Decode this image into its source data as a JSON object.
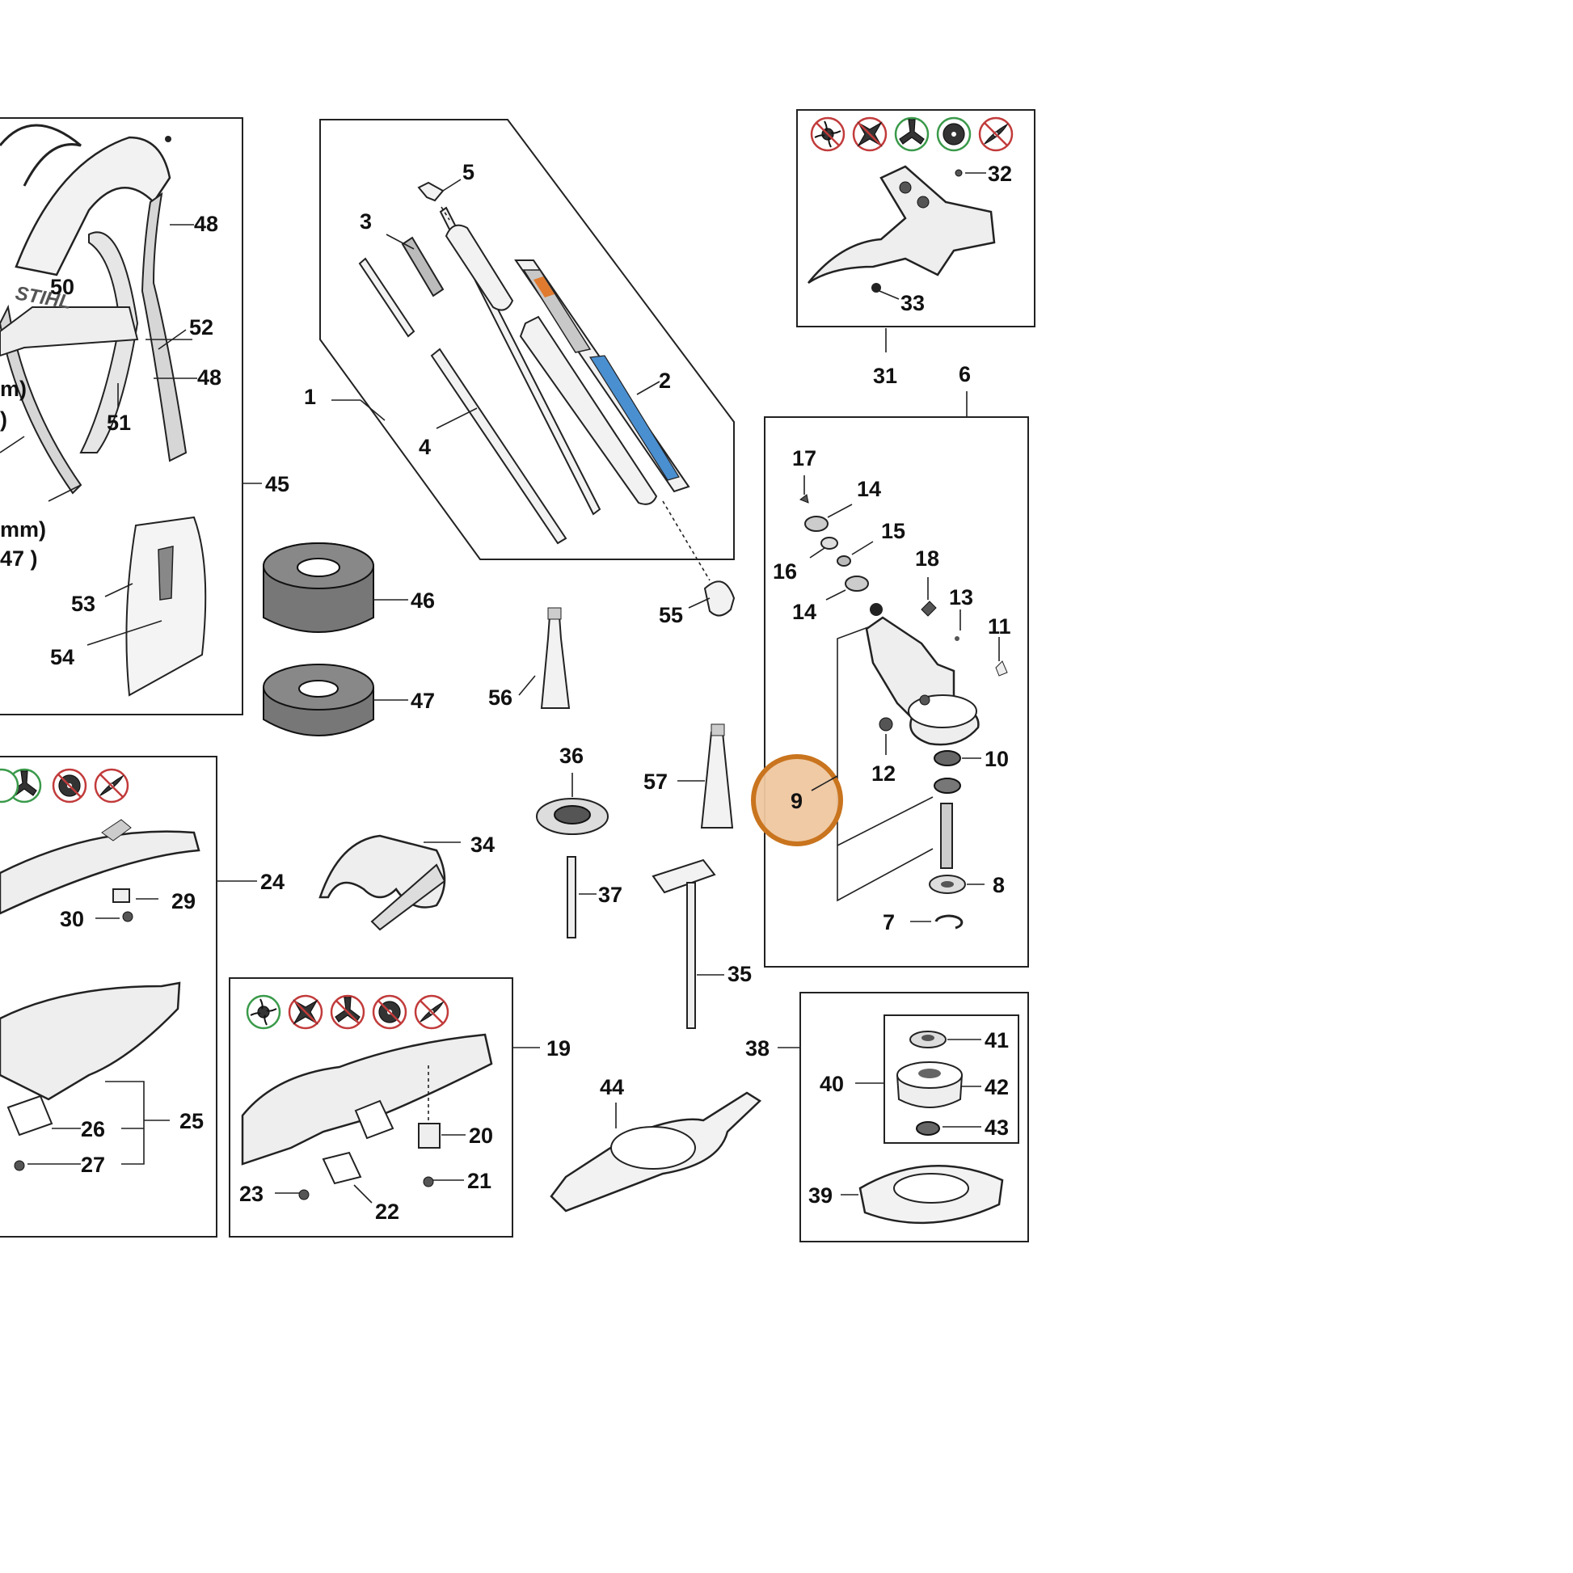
{
  "highlighted_part": "9",
  "colors": {
    "highlight_fill": "#efc7a0",
    "highlight_ring": "#c9741e",
    "icon_red": "#c23b3b",
    "icon_green": "#3a9a4a"
  },
  "callouts": {
    "c1": "1",
    "c2": "2",
    "c3": "3",
    "c4": "4",
    "c5": "5",
    "c6": "6",
    "c7": "7",
    "c8": "8",
    "c9": "9",
    "c10": "10",
    "c11": "11",
    "c12": "12",
    "c13": "13",
    "c14a": "14",
    "c14b": "14",
    "c15": "15",
    "c16": "16",
    "c17": "17",
    "c18": "18",
    "c19": "19",
    "c20": "20",
    "c21": "21",
    "c22": "22",
    "c23": "23",
    "c24": "24",
    "c25": "25",
    "c26": "26",
    "c27": "27",
    "c29": "29",
    "c30": "30",
    "c31": "31",
    "c32": "32",
    "c33": "33",
    "c34": "34",
    "c35": "35",
    "c36": "36",
    "c37": "37",
    "c38": "38",
    "c39": "39",
    "c40": "40",
    "c41": "41",
    "c42": "42",
    "c43": "43",
    "c44": "44",
    "c45": "45",
    "c46": "46",
    "c47": "47",
    "c48a": "48",
    "c48b": "48",
    "c50": "50",
    "c51": "51",
    "c52": "52",
    "c53": "53",
    "c54": "54",
    "c55": "55",
    "c56": "56",
    "c57": "57"
  },
  "harness_text": {
    "brand": "STIHL",
    "t1": "m)",
    "t2": ")",
    "t3": "mm)",
    "t4": "47 )"
  },
  "tool_icons": [
    "trimmer-head-icon",
    "grass-blade-4-icon",
    "grass-cutting-3-icon",
    "circular-saw-blade-icon",
    "chopper-blade-icon"
  ]
}
